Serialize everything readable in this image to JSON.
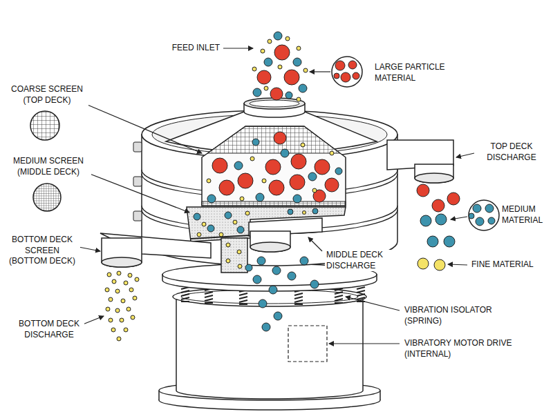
{
  "diagram": {
    "labels": [
      "FEED INLET",
      "LARGE PARTICLE MATERIAL",
      "COARSE SCREEN (TOP DECK)",
      "TOP DECK DISCHARGE",
      "MEDIUM SCREEN (MIDDLE DECK)",
      "MEDIUM MATERIAL",
      "BOTTOM DECK SCREEN (BOTTOM DECK)",
      "MIDDLE DECK DISCHARGE",
      "FINE MATERIAL",
      "VIBRATION ISOLATOR (SPRING)",
      "BOTTOM DECK DISCHARGE",
      "VIBRATORY MOTOR DRIVE (INTERNAL)"
    ]
  }
}
